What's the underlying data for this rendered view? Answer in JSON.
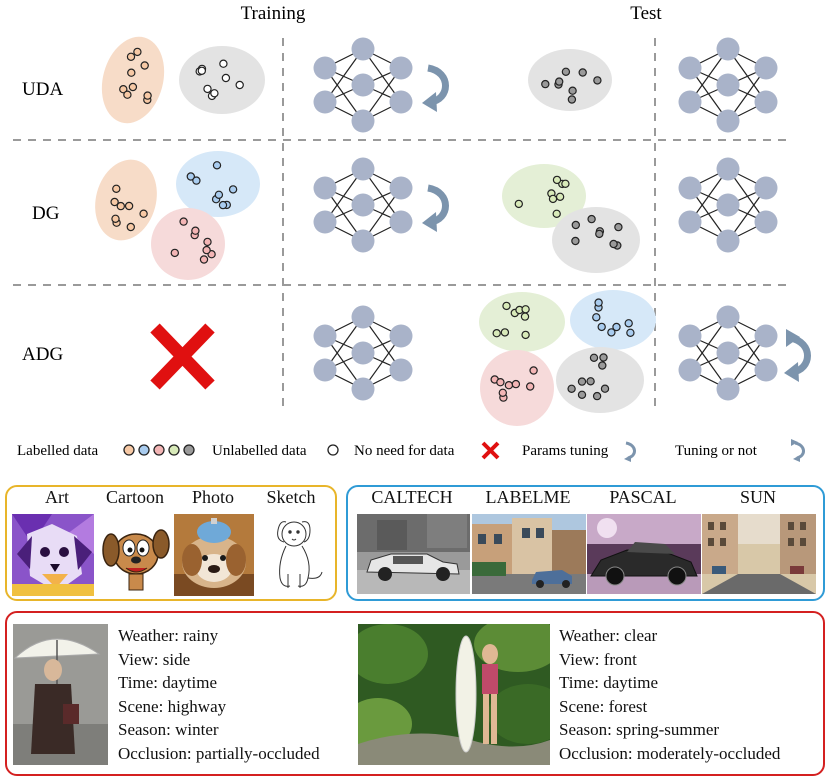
{
  "header": {
    "training": "Training",
    "test": "Test"
  },
  "rows": [
    {
      "id": "uda",
      "label": "UDA"
    },
    {
      "id": "dg",
      "label": "DG"
    },
    {
      "id": "adg",
      "label": "ADG"
    }
  ],
  "legend": {
    "labelled": "Labelled data",
    "unlabelled": "Unlabelled data",
    "no_need": "No need for data",
    "params_tuning": "Params tuning",
    "tuning_or_not": "Tuning or not"
  },
  "colors": {
    "orange_domain": "#f7dcc8",
    "blue_domain": "#d6e8f8",
    "pink_domain": "#f6dada",
    "green_domain": "#e4efd6",
    "gray_domain": "#e3e3e3",
    "node": "#a9b3c9",
    "arrow": "#7c94ad",
    "cross": "#e01010",
    "pacs_border": "#e8b52a",
    "vlcs_border": "#2f9bd6",
    "attr_border": "#d42020"
  },
  "pacs": {
    "items": [
      {
        "label": "Art"
      },
      {
        "label": "Cartoon"
      },
      {
        "label": "Photo"
      },
      {
        "label": "Sketch"
      }
    ]
  },
  "vlcs": {
    "items": [
      {
        "label": "CALTECH"
      },
      {
        "label": "LABELME"
      },
      {
        "label": "PASCAL"
      },
      {
        "label": "SUN"
      }
    ]
  },
  "attributes": {
    "left": [
      "Weather: rainy",
      "View: side",
      "Time: daytime",
      "Scene: highway",
      "Season: winter",
      "Occlusion: partially-occluded"
    ],
    "right": [
      "Weather: clear",
      "View: front",
      "Time: daytime",
      "Scene: forest",
      "Season: spring-summer",
      "Occlusion: moderately-occluded"
    ]
  }
}
